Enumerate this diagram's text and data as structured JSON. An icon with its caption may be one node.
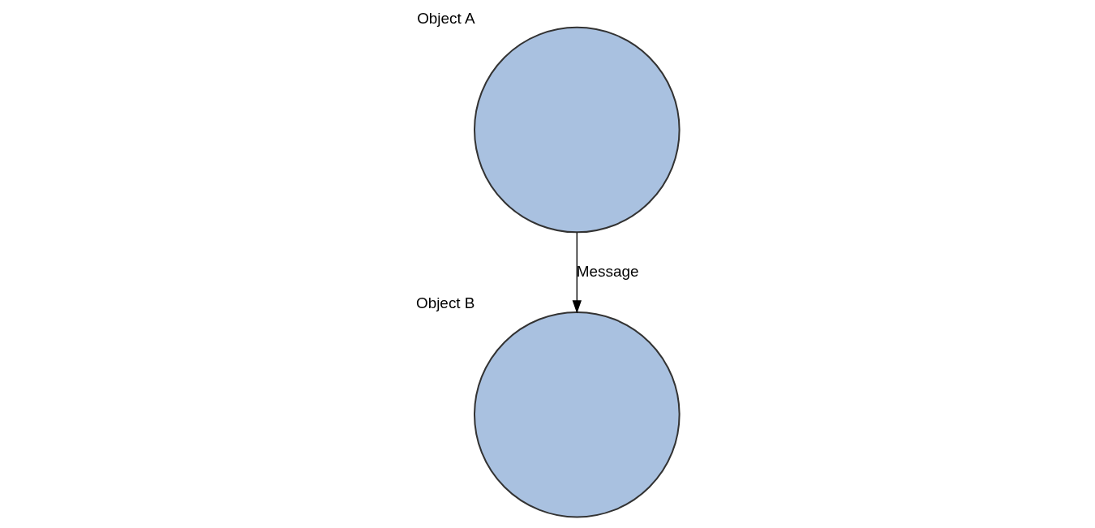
{
  "diagram": {
    "nodes": [
      {
        "text": [
          "Object A"
        ]
      },
      {
        "text": [
          "Object B"
        ]
      }
    ],
    "edges": [
      {
        "from": 0,
        "to": 1,
        "arrow": "to",
        "label": "Message"
      }
    ]
  }
}
